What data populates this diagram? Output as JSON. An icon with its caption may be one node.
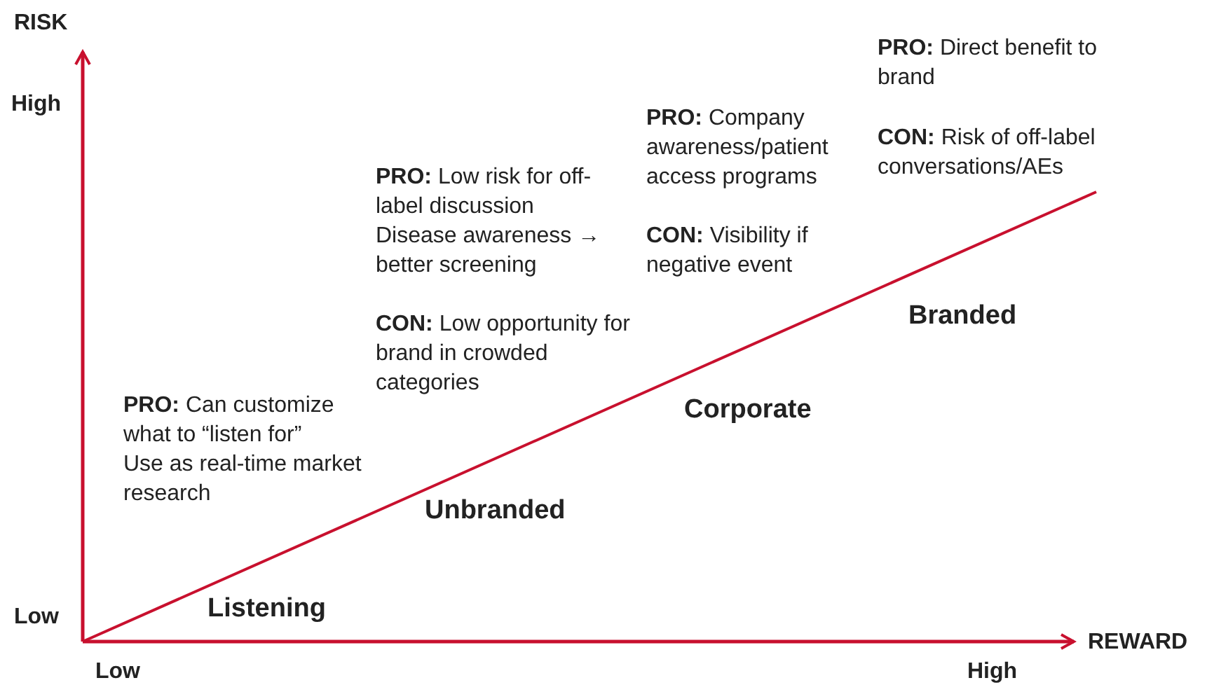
{
  "diagram": {
    "labels": [
      "RISK",
      "High",
      "Low",
      "Low",
      "High",
      "REWARD",
      "Listening",
      "Unbranded",
      "Corporate",
      "Branded",
      "**PRO:** Can customize what to “listen for”",
      "Use as real-time market research",
      "**PRO:** Low risk for off-label discussion",
      "Disease awareness → better screening",
      "**CON:** Low opportunity for brand in crowded categories",
      "**PRO:** Company awareness/patient access programs",
      "**CON:** Visibility if negative event",
      "**PRO:** Direct benefit to brand",
      "**CON:** Risk of off-label conversations/AEs"
    ]
  }
}
